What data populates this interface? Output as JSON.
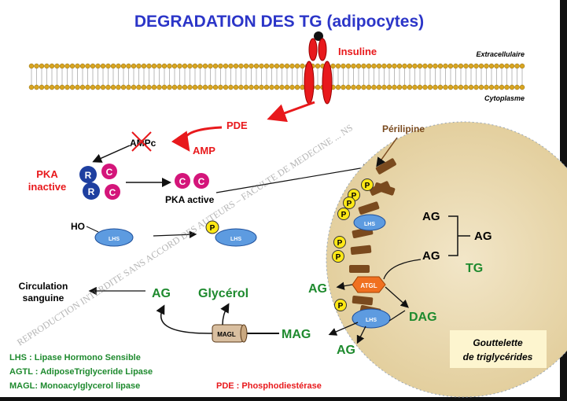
{
  "title": "DEGRADATION DES TG (adipocytes)",
  "membrane": {
    "extracellular": "Extracellulaire",
    "cytoplasm": "Cytoplasme",
    "receptor": "Insuline"
  },
  "labels": {
    "pde": "PDE",
    "ampc": "AMPc",
    "amp": "AMP",
    "pka_inactive_1": "PKA",
    "pka_inactive_2": "inactive",
    "pka_active": "PKA active",
    "r": "R",
    "c": "C",
    "p": "P",
    "ho": "HO",
    "lhs": "LHS",
    "atgl": "ATGL",
    "magl": "MAGL",
    "perilipine": "Périlipine",
    "ag": "AG",
    "tg": "TG",
    "dag": "DAG",
    "mag": "MAG",
    "glycerol": "Glycérol",
    "circulation_1": "Circulation",
    "circulation_2": "sanguine",
    "droplet_1": "Gouttelette",
    "droplet_2": "de triglycérides"
  },
  "legend": [
    "LHS : Lipase Hormono Sensible",
    "AGTL : AdiposeTriglyceride Lipase",
    "MAGL: Monoacylglycerol lipase"
  ],
  "legend_pde": "PDE : Phosphodiestérase",
  "watermark": "REPRODUCTION INTERDITE SANS ACCORD DES AUTEURS – FACULTE DE MEDECINE ... NS",
  "colors": {
    "title": "#2b35c8",
    "red": "#e8191c",
    "green": "#1e8a2e",
    "brown": "#7a4a1e",
    "blue": "#1e3fa0",
    "magenta": "#d4157a"
  }
}
